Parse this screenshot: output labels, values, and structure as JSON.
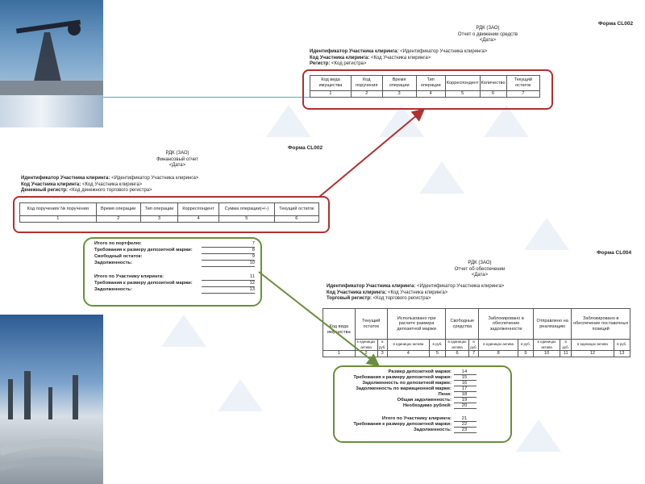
{
  "doc_top": {
    "forma": "Форма CL002",
    "title1": "РДК (ЗАО)",
    "title2": "Отчет о движении средств",
    "title3": "<Дата>",
    "id_label": "Идентификатор Участника клиринга:",
    "id_value": "<Идентификатор Участника клиринга>",
    "code_label": "Код Участника клиринга:",
    "code_value": "<Код Участника клиринга>",
    "reg_label": "Регистр:",
    "reg_value": "<Код регистра>",
    "headers": [
      "Код вида имущества",
      "Код поручения",
      "Время операции",
      "Тип операции",
      "Корреспондент",
      "Количество",
      "Текущий остаток"
    ],
    "numbers": [
      "1",
      "2",
      "3",
      "4",
      "5",
      "6",
      "7"
    ]
  },
  "doc_mid": {
    "forma": "Форма CL002",
    "title1": "РДК (ЗАО)",
    "title2": "Финансовый отчет",
    "title3": "<Дата>",
    "id_label": "Идентификатор Участника клиринга:",
    "id_value": "<Идентификатор Участника клиринга>",
    "code_label": "Код Участника клиринга:",
    "code_value": "<Код Участника клиринга>",
    "reg_label": "Денежный регистр:",
    "reg_value": "<Код денежного торгового регистра>",
    "headers": [
      "Код поручения/ № поручения",
      "Время операции",
      "Тип операции",
      "Корреспондент",
      "Сумма операции(+/-)",
      "Текущий остаток"
    ],
    "numbers": [
      "1",
      "2",
      "3",
      "4",
      "5",
      "6"
    ]
  },
  "green_left": {
    "rows": [
      {
        "label": "Итого по портфелю:",
        "value": "7"
      },
      {
        "label": "Требования к размеру депозитной маржи:",
        "value": "8"
      },
      {
        "label": "Свободный остаток:",
        "value": "9"
      },
      {
        "label": "Задолженность:",
        "value": "10"
      }
    ],
    "rows2": [
      {
        "label": "Итого по Участнику клиринга:",
        "value": "11"
      },
      {
        "label": "Требования к размеру депозитной маржи:",
        "value": "12"
      },
      {
        "label": "Задолженность:",
        "value": "13"
      }
    ]
  },
  "doc_bot": {
    "forma": "Форма CL004",
    "title1": "РДК (ЗАО)",
    "title2": "Отчет об обеспечении",
    "title3": "<Дата>",
    "id_label": "Идентификатор Участника клиринга:",
    "id_value": "<Идентификатор Участника клиринга>",
    "code_label": "Код Участника клиринга:",
    "code_value": "<Код Участника клиринга>",
    "reg_label": "Торговый регистр:",
    "reg_value": "<Код торгового регистра>",
    "headers": [
      "Код вида имущества",
      "Текущий остаток",
      "Использовано при расчете размера депозитной маржи",
      "Свободные средства",
      "Заблокировано в обеспечение задолженности",
      "Отправлено на реализацию",
      "Заблокировано в обеспечение поставочных позиций"
    ],
    "sub_a": "в единицах актива",
    "sub_b": "в руб.",
    "numbers": [
      "1",
      "2",
      "3",
      "4",
      "5",
      "6",
      "7",
      "8",
      "9",
      "10",
      "11",
      "12",
      "13"
    ]
  },
  "green_right": {
    "rows": [
      {
        "label": "Размер депозитной маржи:",
        "value": "14"
      },
      {
        "label": "Требования к размеру депозитной маржи:",
        "value": "15"
      },
      {
        "label": "Задолженность по депозитной марже:",
        "value": "16"
      },
      {
        "label": "Задолженность по вариационной марже:",
        "value": "17"
      },
      {
        "label": "Пени:",
        "value": "18"
      },
      {
        "label": "Общая задолженность:",
        "value": "19"
      },
      {
        "label": "Необходимо рублей:",
        "value": "20"
      }
    ],
    "rows2": [
      {
        "label": "Итого по Участнику клиринга:",
        "value": "21"
      },
      {
        "label": "Требования к размеру депозитной маржи:",
        "value": "22"
      },
      {
        "label": "Задолженность:",
        "value": "23"
      }
    ]
  },
  "colors": {
    "red": "#b03030",
    "green": "#6a8e3a"
  }
}
